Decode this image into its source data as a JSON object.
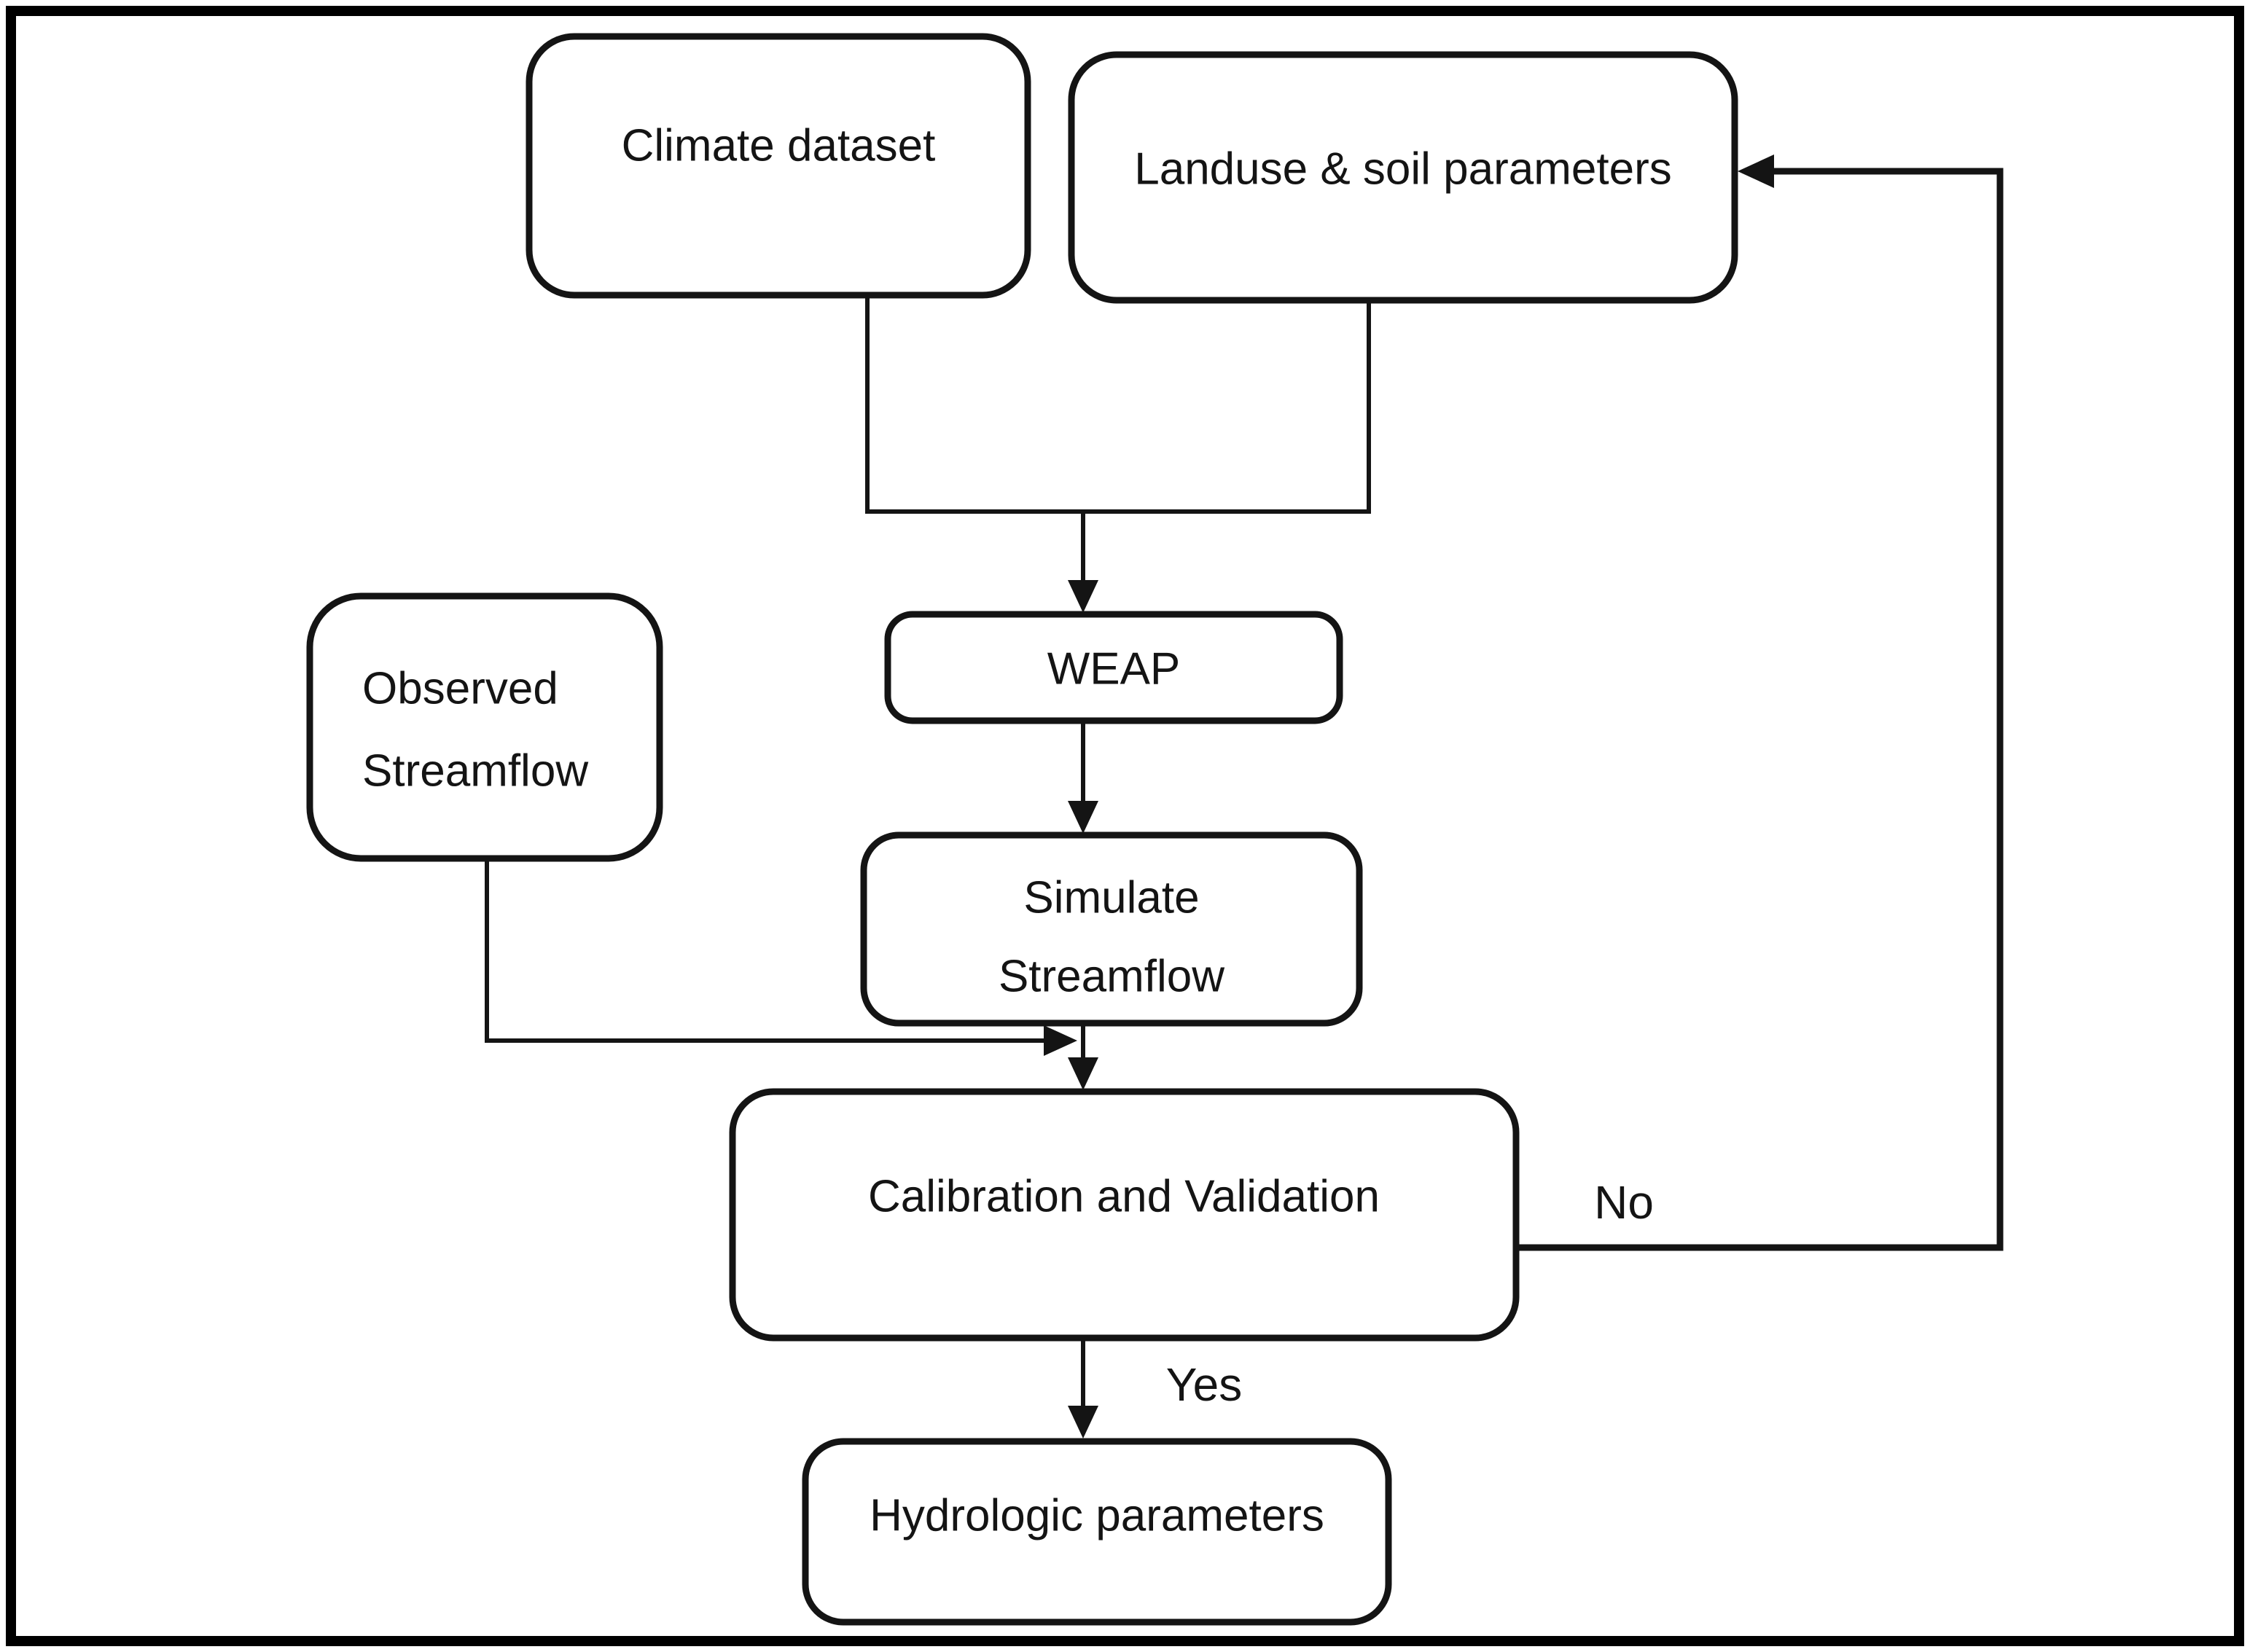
{
  "diagram": {
    "type": "flowchart",
    "background_color": "#ffffff",
    "stroke_color": "#141414",
    "nodes": {
      "climate": {
        "label": "Climate dataset"
      },
      "landuse": {
        "label": "Landuse & soil parameters"
      },
      "weap": {
        "label": "WEAP"
      },
      "observed": {
        "line1": "Observed",
        "line2": "Streamflow"
      },
      "simulate": {
        "line1": "Simulate",
        "line2": "Streamflow"
      },
      "calibration": {
        "label": "Calibration and Validation"
      },
      "hydrologic": {
        "label": "Hydrologic parameters"
      }
    },
    "edge_labels": {
      "no": "No",
      "yes": "Yes"
    }
  }
}
